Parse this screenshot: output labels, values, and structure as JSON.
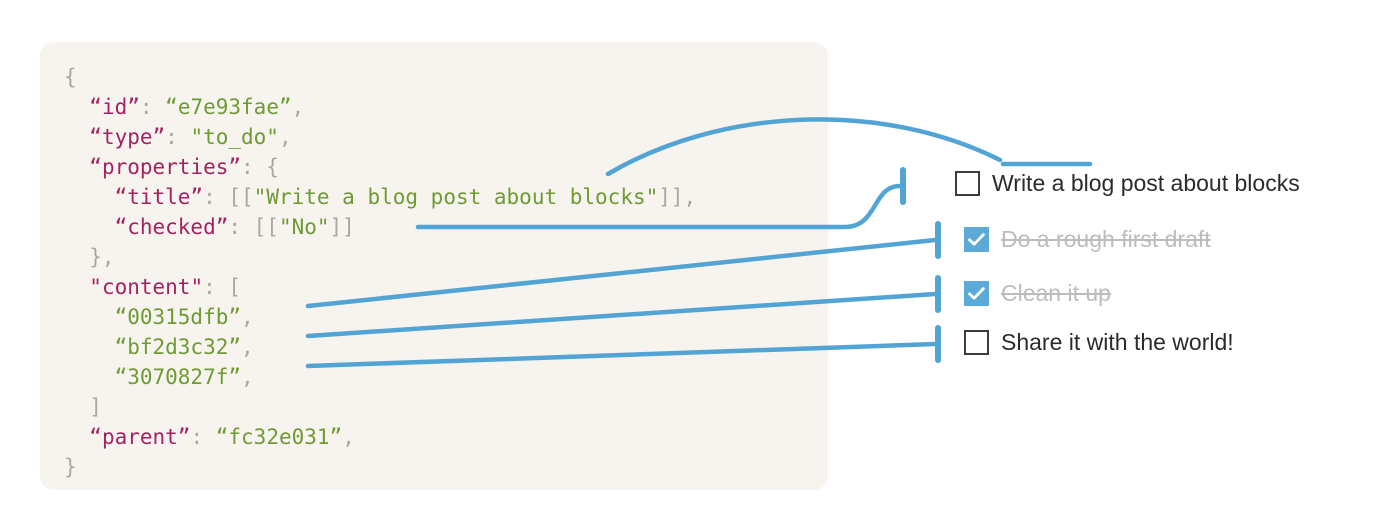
{
  "panel": {
    "background_color": "#F7F4EF",
    "code_lines": [
      [
        {
          "t": "{",
          "c": "p"
        }
      ],
      [
        {
          "t": "  ",
          "c": "p"
        },
        {
          "t": "“id”",
          "c": "k"
        },
        {
          "t": ": ",
          "c": "p"
        },
        {
          "t": "“e7e93fae”",
          "c": "s"
        },
        {
          "t": ",",
          "c": "p"
        }
      ],
      [
        {
          "t": "  ",
          "c": "p"
        },
        {
          "t": "“type”",
          "c": "k"
        },
        {
          "t": ": ",
          "c": "p"
        },
        {
          "t": "\"to_do\"",
          "c": "s"
        },
        {
          "t": ",",
          "c": "p"
        }
      ],
      [
        {
          "t": "  ",
          "c": "p"
        },
        {
          "t": "“properties”",
          "c": "k"
        },
        {
          "t": ": {",
          "c": "p"
        }
      ],
      [
        {
          "t": "    ",
          "c": "p"
        },
        {
          "t": "“title”",
          "c": "k"
        },
        {
          "t": ": [[",
          "c": "p"
        },
        {
          "t": "\"Write a blog post about blocks\"",
          "c": "s"
        },
        {
          "t": "]],",
          "c": "p"
        }
      ],
      [
        {
          "t": "    ",
          "c": "p"
        },
        {
          "t": "“checked”",
          "c": "k"
        },
        {
          "t": ": [[",
          "c": "p"
        },
        {
          "t": "\"No\"",
          "c": "s"
        },
        {
          "t": "]]",
          "c": "p"
        }
      ],
      [
        {
          "t": "  },",
          "c": "p"
        }
      ],
      [
        {
          "t": "  ",
          "c": "p"
        },
        {
          "t": "\"content\"",
          "c": "k"
        },
        {
          "t": ": [",
          "c": "p"
        }
      ],
      [
        {
          "t": "    ",
          "c": "p"
        },
        {
          "t": "“00315dfb”",
          "c": "s"
        },
        {
          "t": ",",
          "c": "p"
        }
      ],
      [
        {
          "t": "    ",
          "c": "p"
        },
        {
          "t": "“bf2d3c32”",
          "c": "s"
        },
        {
          "t": ",",
          "c": "p"
        }
      ],
      [
        {
          "t": "    ",
          "c": "p"
        },
        {
          "t": "“3070827f”",
          "c": "s"
        },
        {
          "t": ",",
          "c": "p"
        }
      ],
      [
        {
          "t": "  ]",
          "c": "p"
        }
      ],
      [
        {
          "t": "  ",
          "c": "p"
        },
        {
          "t": "“parent”",
          "c": "k"
        },
        {
          "t": ": ",
          "c": "p"
        },
        {
          "t": "“fc32e031”",
          "c": "s"
        },
        {
          "t": ",",
          "c": "p"
        }
      ],
      [
        {
          "t": "}",
          "c": "p"
        }
      ]
    ],
    "syntax_colors": {
      "key": "#A32362",
      "string": "#6E9B33",
      "punctuation": "#A9A8A0"
    }
  },
  "todo": {
    "items": [
      {
        "label": "Write a blog post about blocks",
        "checked": false
      },
      {
        "label": "Do a rough first draft",
        "checked": true
      },
      {
        "label": "Clean it up",
        "checked": true
      },
      {
        "label": "Share it with the world!",
        "checked": false
      }
    ],
    "checked_color": "#5BAAD8",
    "unchecked_border_color": "#3C3C3C",
    "label_color": "#2B2B2B",
    "done_label_color": "#BCBCBC"
  },
  "connectors": {
    "color": "#51A4D4",
    "stroke_width": 4.5
  }
}
